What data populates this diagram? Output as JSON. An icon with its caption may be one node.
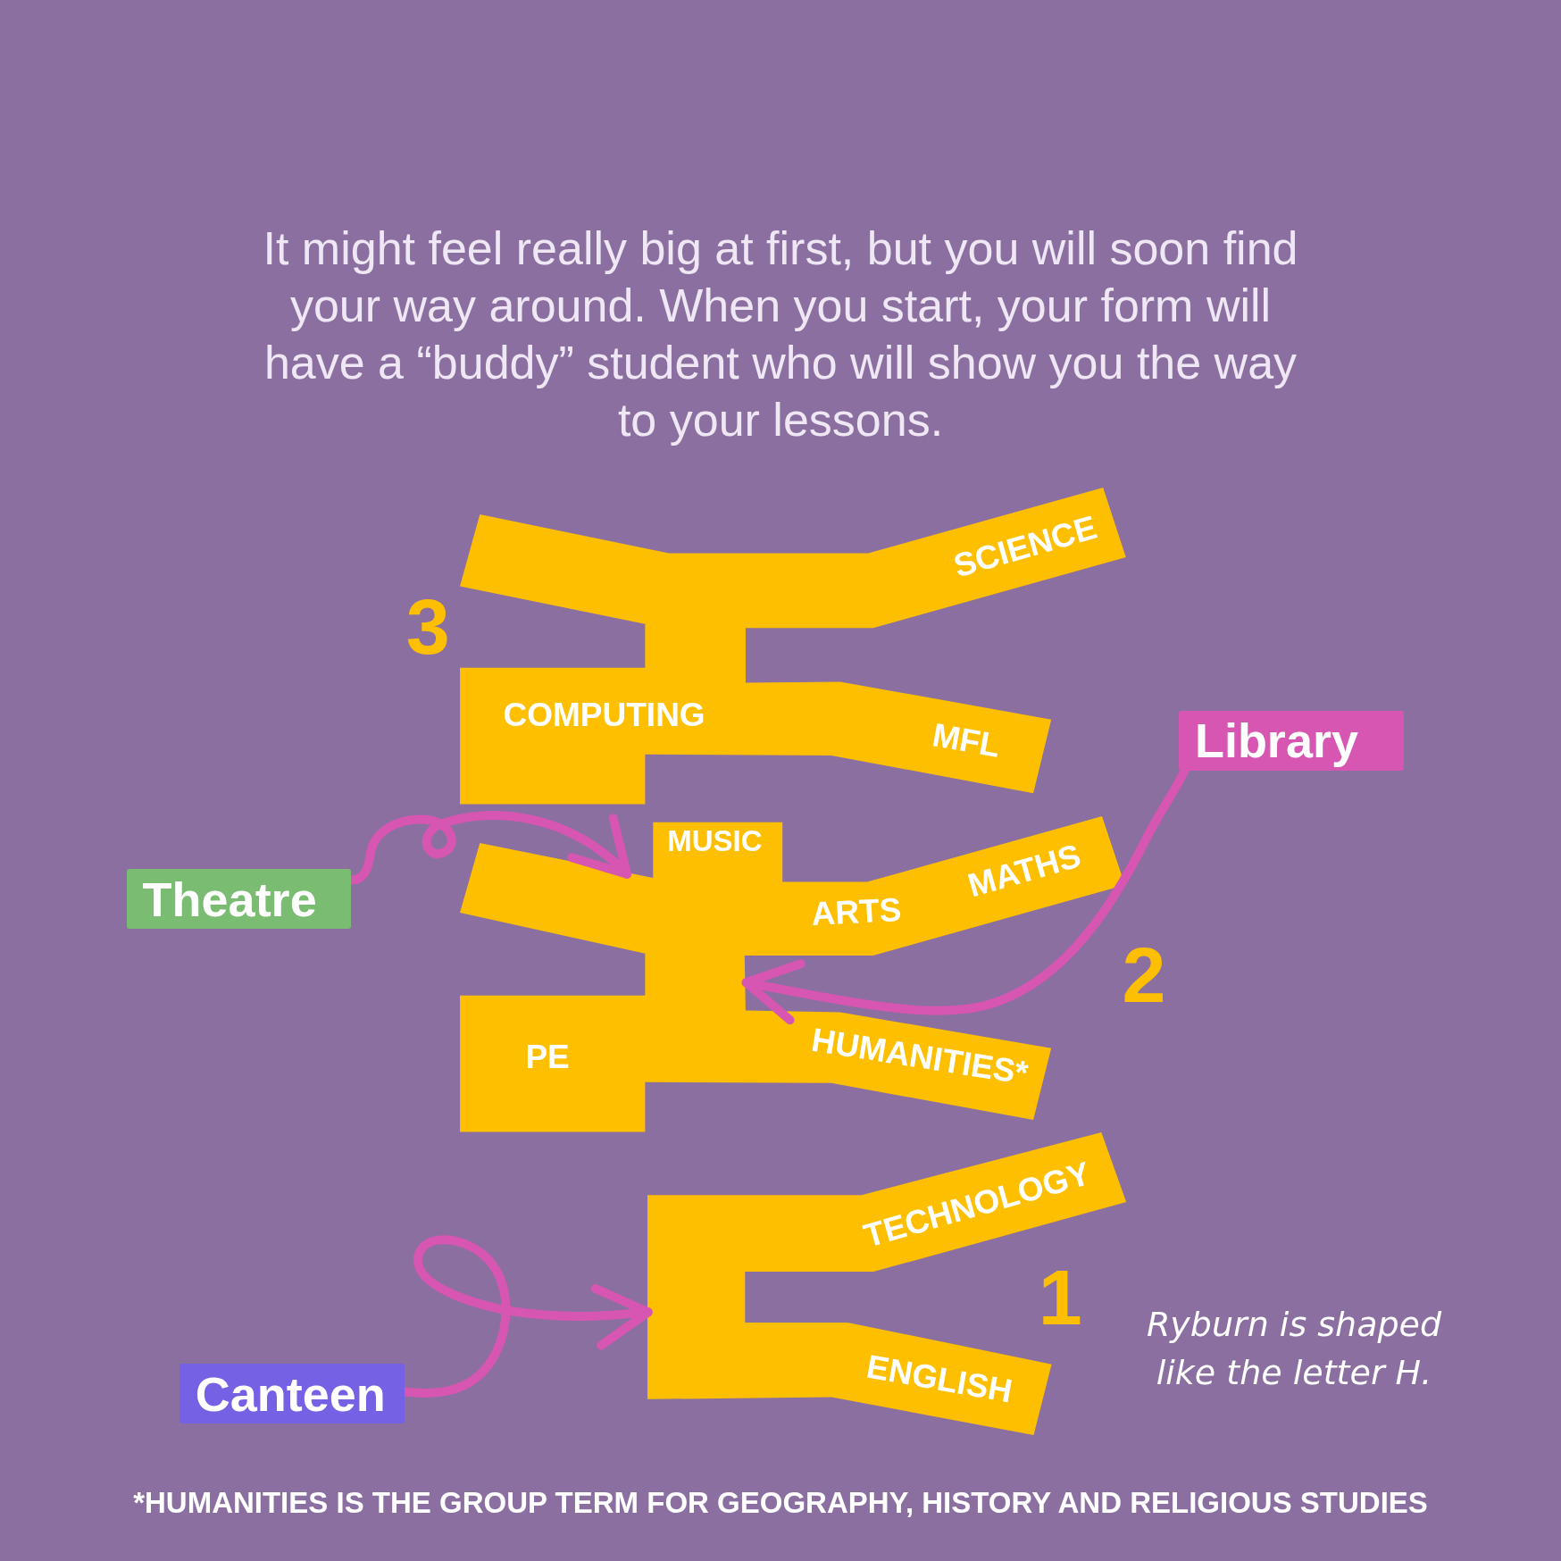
{
  "diagram": {
    "title": "It might feel really big at first, but you will soon find your way around. When you start, your form will have a “buddy” student who will show you the way to your lessons.",
    "nodes": [
      {
        "text": [
          "SCIENCE",
          "COMPUTING",
          "MFL"
        ],
        "beside": [
          "3"
        ]
      },
      {
        "text": [
          "Library"
        ]
      },
      {
        "text": [
          "Theatre"
        ]
      },
      {
        "text": [
          "MUSIC",
          "MATHS",
          "ARTS",
          "PE",
          "HUMANITIES*"
        ],
        "beside": [
          "2"
        ]
      },
      {
        "text": [
          "TECHNOLOGY",
          "ENGLISH"
        ],
        "beside": [
          "1"
        ]
      },
      {
        "text": [
          "Canteen"
        ]
      }
    ],
    "edges": [
      {
        "from": 2,
        "to": 3,
        "arrow": "to"
      },
      {
        "from": 1,
        "to": 3,
        "arrow": "to"
      },
      {
        "from": 5,
        "to": 4,
        "arrow": "to"
      }
    ],
    "labels": [
      "Ryburn is shaped like the letter H."
    ],
    "caption": "*HUMANITIES IS THE GROUP TERM FOR GEOGRAPHY, HISTORY AND RELIGIOUS STUDIES"
  }
}
